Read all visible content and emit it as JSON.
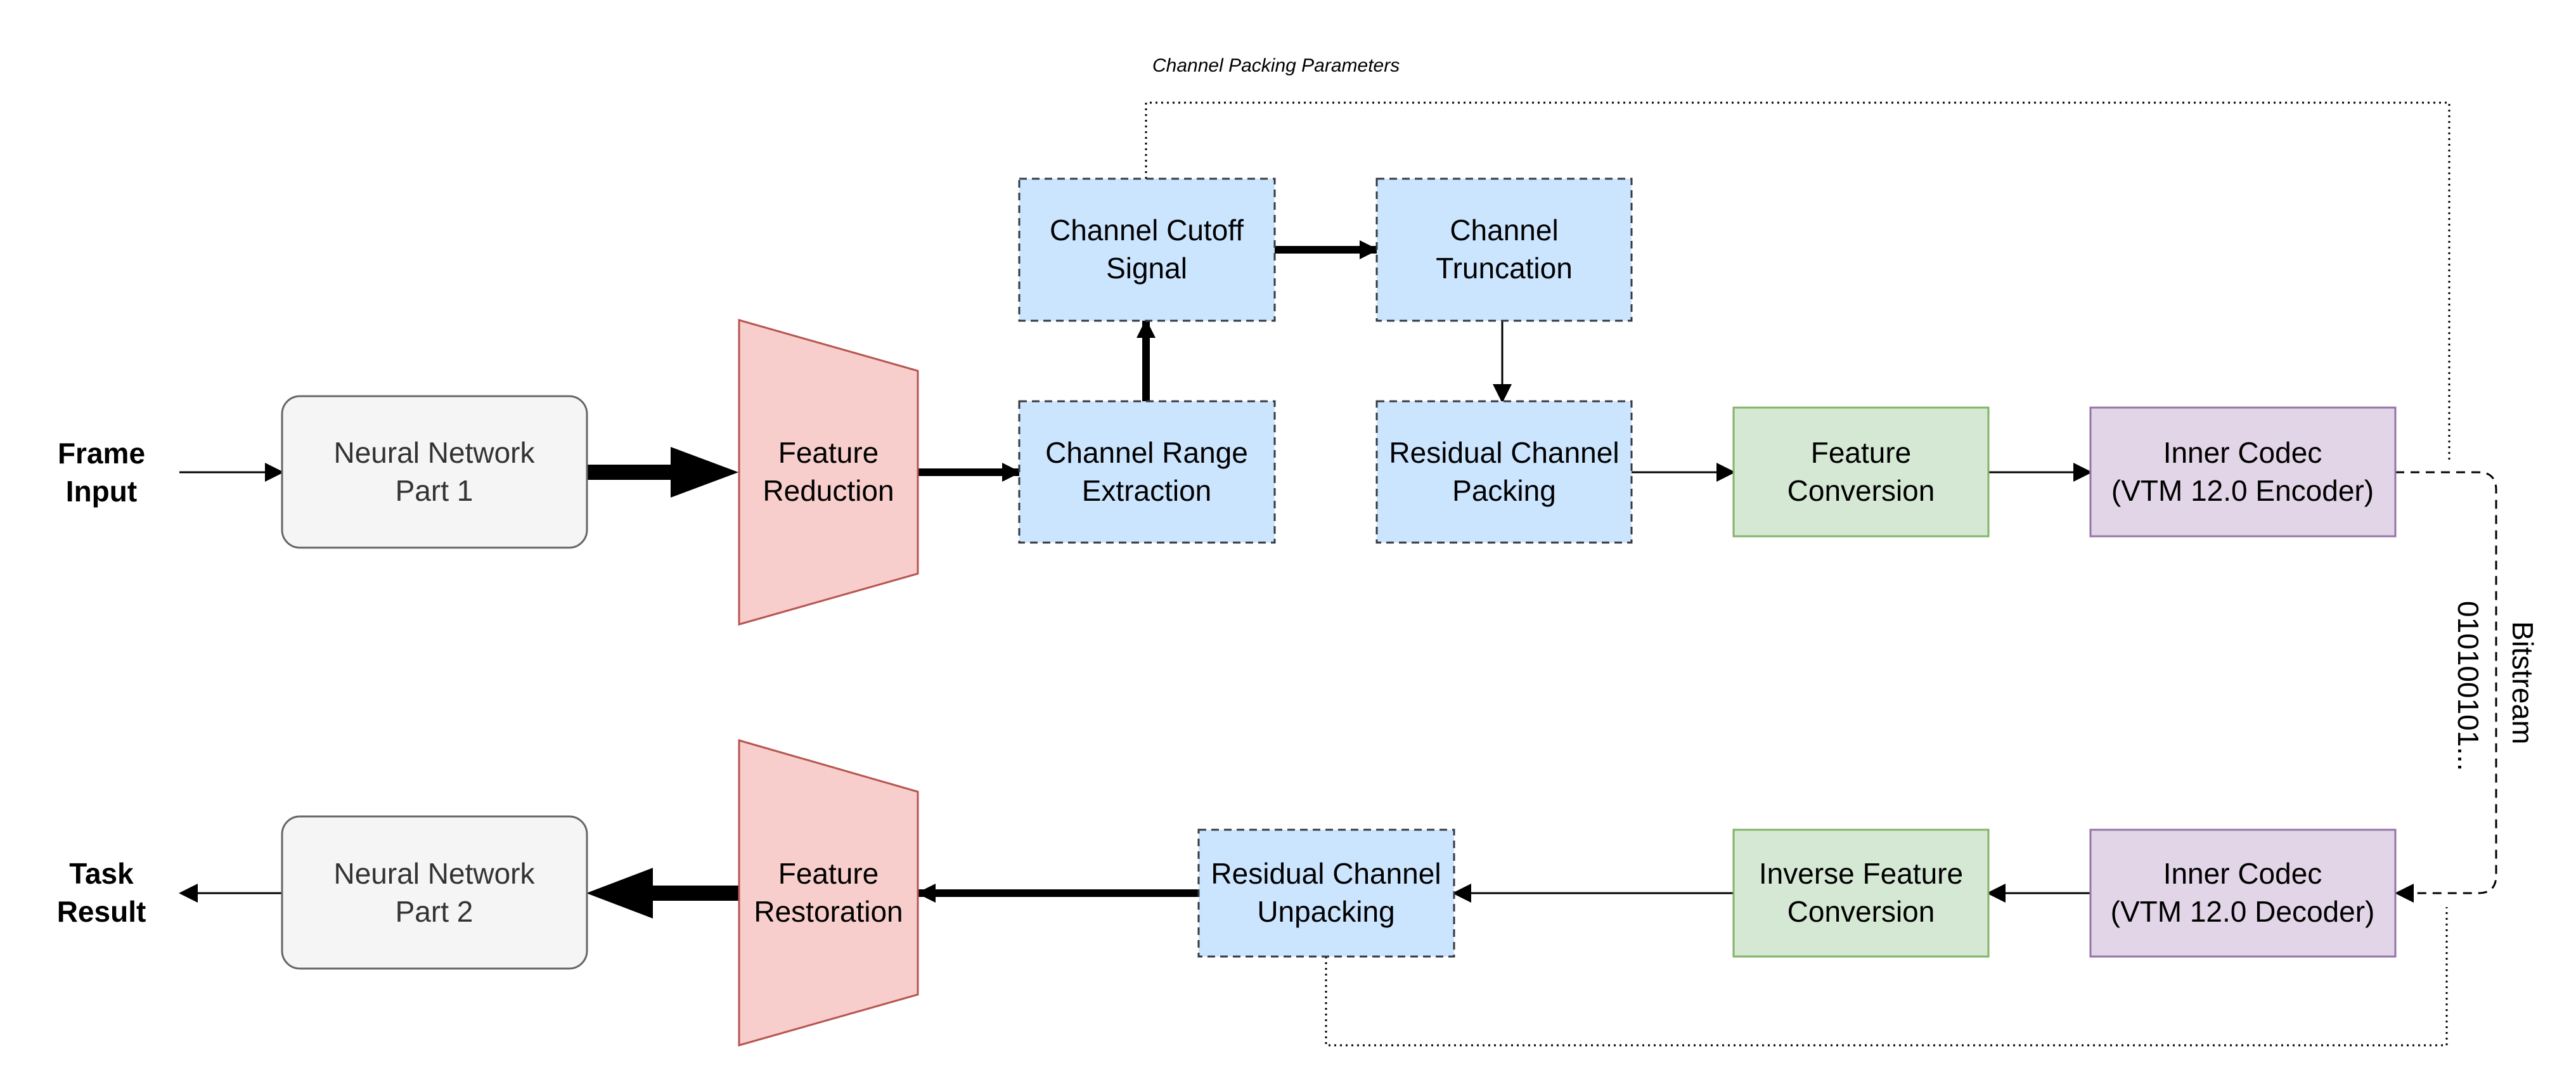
{
  "labels": {
    "frame_input": [
      "Frame",
      "Input"
    ],
    "task_result": [
      "Task",
      "Result"
    ],
    "nn_part1": [
      "Neural Network",
      "Part 1"
    ],
    "nn_part2": [
      "Neural Network",
      "Part 2"
    ],
    "feature_reduction": [
      "Feature",
      "Reduction"
    ],
    "feature_restoration": [
      "Feature",
      "Restoration"
    ],
    "channel_range_extraction": [
      "Channel Range",
      "Extraction"
    ],
    "channel_cutoff_signal": [
      "Channel Cutoff",
      "Signal"
    ],
    "channel_truncation": [
      "Channel",
      "Truncation"
    ],
    "residual_channel_packing": [
      "Residual Channel",
      "Packing"
    ],
    "feature_conversion": [
      "Feature",
      "Conversion"
    ],
    "inner_codec_encoder": [
      "Inner Codec",
      "(VTM 12.0 Encoder)"
    ],
    "inner_codec_decoder": [
      "Inner Codec",
      "(VTM 12.0 Decoder)"
    ],
    "inverse_feature_conversion": [
      "Inverse Feature",
      "Conversion"
    ],
    "residual_channel_unpacking": [
      "Residual Channel",
      "Unpacking"
    ],
    "channel_packing_parameters": "Channel Packing Parameters",
    "bitstream": "Bitstream",
    "bitstream_bits": "010100101..."
  },
  "colors": {
    "grey_fill": "#f5f5f5",
    "grey_stroke": "#666666",
    "red_fill": "#f8cecc",
    "red_stroke": "#b85450",
    "blue_fill": "#cce5ff",
    "blue_stroke": "#36393d",
    "green_fill": "#d5e8d4",
    "green_stroke": "#82b366",
    "purple_fill": "#e1d5e7",
    "purple_stroke": "#9673a6"
  }
}
